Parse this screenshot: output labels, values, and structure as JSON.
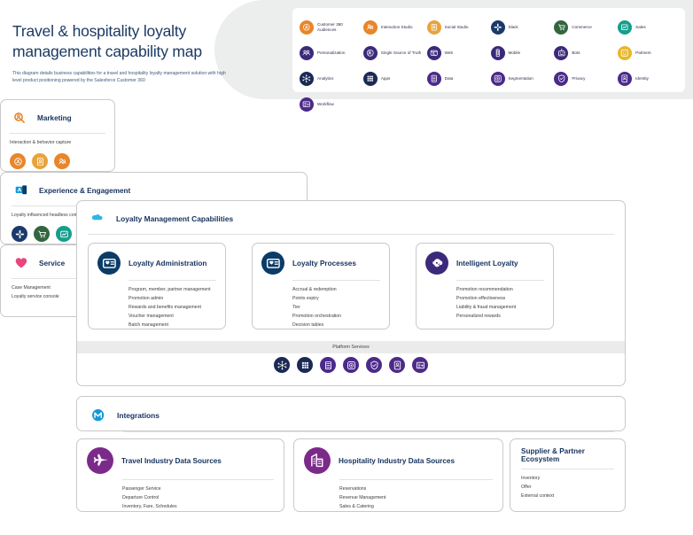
{
  "header": {
    "title": "Travel & hospitality loyalty management capability map",
    "subtitle": "This diagram details business capabilities for a travel and hospitality loyalty management solution with high level product positioning powered by the Salesforce Customer 360"
  },
  "legend": {
    "items": [
      {
        "label": "Customer 360 Audiences",
        "icon": "customer360-audiences-icon",
        "color": "#e8862a"
      },
      {
        "label": "Interaction Studio",
        "icon": "interaction-studio-icon",
        "color": "#e8862a"
      },
      {
        "label": "Social Studio",
        "icon": "social-studio-icon",
        "color": "#e8a33d"
      },
      {
        "label": "Slack",
        "icon": "slack-icon",
        "color": "#1b3a6b"
      },
      {
        "label": "Commerce",
        "icon": "commerce-icon",
        "color": "#33663f"
      },
      {
        "label": "Sales",
        "icon": "sales-icon",
        "color": "#159e8c"
      },
      {
        "label": "Personalization",
        "icon": "personalization-icon",
        "color": "#3b2a7a"
      },
      {
        "label": "Single Source of Truth",
        "icon": "single-source-of-truth-icon",
        "color": "#3b2a7a"
      },
      {
        "label": "Web",
        "icon": "web-icon",
        "color": "#3b2a7a"
      },
      {
        "label": "Mobile",
        "icon": "mobile-icon",
        "color": "#3b2a7a"
      },
      {
        "label": "Bots",
        "icon": "bots-icon",
        "color": "#3b2a7a"
      },
      {
        "label": "Partners",
        "icon": "partners-icon",
        "color": "#e8b72a"
      },
      {
        "label": "Analytics",
        "icon": "analytics-icon",
        "color": "#1b2a55"
      },
      {
        "label": "Apps",
        "icon": "apps-icon",
        "color": "#1b2a55"
      },
      {
        "label": "Data",
        "icon": "data-icon",
        "color": "#4b2a8a"
      },
      {
        "label": "Segmentation",
        "icon": "segmentation-icon",
        "color": "#4b2a8a"
      },
      {
        "label": "Privacy",
        "icon": "privacy-icon",
        "color": "#4b2a8a"
      },
      {
        "label": "Identity",
        "icon": "identity-icon",
        "color": "#4b2a8a"
      },
      {
        "label": "Workflow",
        "icon": "workflow-icon",
        "color": "#4b2a8a"
      }
    ]
  },
  "marketing": {
    "title": "Marketing",
    "header_icon": "marketing-search-icon",
    "header_icon_color": "#e8862a",
    "items": [
      "Interaction & behavior capture"
    ],
    "product_icons": [
      {
        "icon": "customer360-audiences-icon",
        "color": "#e8862a"
      },
      {
        "icon": "social-studio-icon",
        "color": "#e8a33d"
      },
      {
        "icon": "interaction-studio-icon",
        "color": "#e8862a"
      }
    ]
  },
  "experience": {
    "title": "Experience & Engagement",
    "header_icon": "experience-screens-icon",
    "items": [
      "Loyalty influenced headless commerce"
    ],
    "product_icons": [
      {
        "icon": "slack-icon",
        "color": "#1b3a6b"
      },
      {
        "icon": "commerce-icon",
        "color": "#33663f"
      },
      {
        "icon": "sales-icon",
        "color": "#159e8c"
      },
      {
        "icon": "personalization-icon",
        "color": "#3b2a7a"
      },
      {
        "icon": "single-source-of-truth-icon",
        "color": "#3b2a7a"
      },
      {
        "icon": "web-icon",
        "color": "#3b2a7a"
      },
      {
        "icon": "mobile-icon",
        "color": "#3b2a7a"
      },
      {
        "icon": "bots-icon",
        "color": "#3b2a7a"
      },
      {
        "icon": "partners-icon",
        "color": "#e8b72a"
      }
    ]
  },
  "service": {
    "title": "Service",
    "header_icon": "service-heart-icon",
    "header_icon_color": "#e8467c",
    "items": [
      "Case Management",
      "Loyalty service console"
    ]
  },
  "loyalty_block": {
    "title": "Loyalty Management Capabilities",
    "header_icon": "salesforce-cloud-icon",
    "header_icon_color": "#32b6e8",
    "platform_services_label": "Platform Services",
    "platform_icons": [
      {
        "icon": "analytics-icon",
        "color": "#1b2a55"
      },
      {
        "icon": "apps-icon",
        "color": "#1b2a55"
      },
      {
        "icon": "data-icon",
        "color": "#4b2a8a"
      },
      {
        "icon": "segmentation-icon",
        "color": "#4b2a8a"
      },
      {
        "icon": "privacy-icon",
        "color": "#4b2a8a"
      },
      {
        "icon": "identity-icon",
        "color": "#4b2a8a"
      },
      {
        "icon": "workflow-icon",
        "color": "#4b2a8a"
      }
    ],
    "sub_cards": [
      {
        "title": "Loyalty Administration",
        "icon": "loyalty-card-icon",
        "icon_color": "#0b3b66",
        "items": [
          "Program, member, partner management",
          "Promotion admin",
          "Rewards and benefits management",
          "Voucher management",
          "Batch management"
        ]
      },
      {
        "title": "Loyalty Processes",
        "icon": "loyalty-card-icon",
        "icon_color": "#0b3b66",
        "items": [
          "Accrual & redemption",
          "Points expiry",
          "Tier",
          "Promotion orchestration",
          "Decision tables"
        ]
      },
      {
        "title": "Intelligent Loyalty",
        "icon": "einstein-icon",
        "icon_color": "#3b2a7a",
        "items": [
          "Promotion recommendation",
          "Promotion effectiveness",
          "Liability & fraud management",
          "Personalized rewards"
        ]
      }
    ]
  },
  "integrations": {
    "title": "Integrations",
    "header_icon": "mulesoft-icon",
    "header_icon_color": "#1798d6"
  },
  "travel_sources": {
    "title": "Travel Industry Data Sources",
    "header_icon": "airplane-icon",
    "header_icon_color": "#7b2a8a",
    "items": [
      "Passenger Service",
      "Departure Control",
      "Inventory, Fare, Schedules"
    ]
  },
  "hospitality_sources": {
    "title": "Hospitality Industry Data Sources",
    "header_icon": "hotel-icon",
    "header_icon_color": "#7b2a8a",
    "items": [
      "Reservations",
      "Revenue Management",
      "Sales & Catering"
    ]
  },
  "supplier": {
    "title": "Supplier & Partner Ecosystem",
    "items": [
      "Inventory",
      "Offer",
      "External context"
    ]
  }
}
